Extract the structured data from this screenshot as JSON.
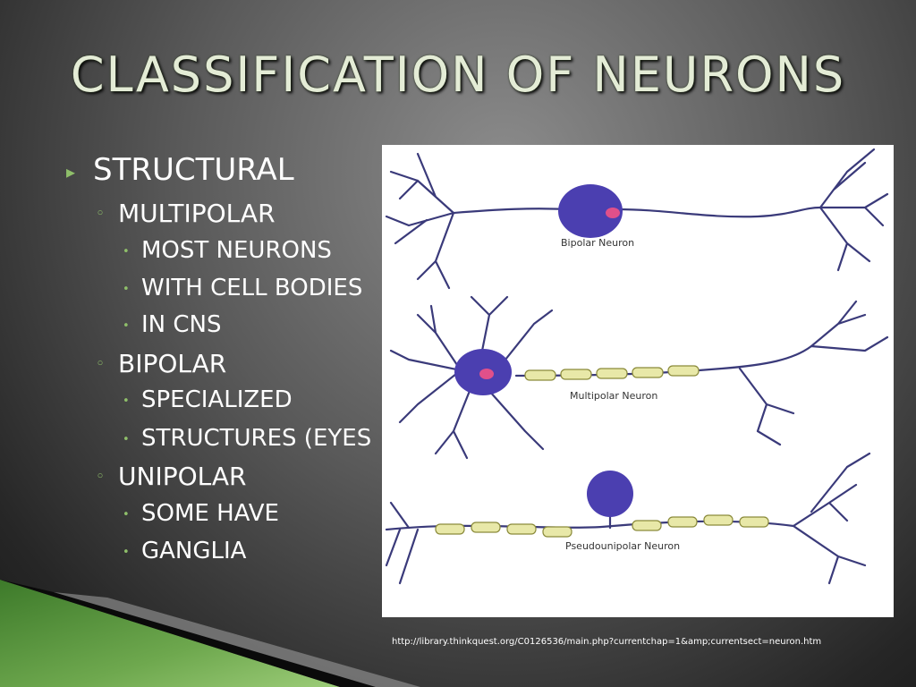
{
  "slide": {
    "title": "CLASSIFICATION OF NEURONS",
    "bullets": {
      "level1": "STRUCTURAL",
      "multipolar": "MULTIPOLAR",
      "most_neurons": "MOST NEURONS",
      "with_cell_bodies": "WITH CELL BODIES",
      "in_cns": "IN CNS",
      "bipolar": "BIPOLAR",
      "specialized": "SPECIALIZED",
      "structures": "STRUCTURES (EYES",
      "unipolar": "UNIPOLAR",
      "some_have": "SOME HAVE",
      "ganglia": "GANGLIA"
    },
    "figure": {
      "label_bipolar": "Bipolar Neuron",
      "label_multipolar": "Multipolar Neuron",
      "label_pseudounipolar": "Pseudounipolar Neuron"
    },
    "source_url": "http://library.thinkquest.org/C0126536/main.php?currentchap=1&amp;currentsect=neuron.htm",
    "colors": {
      "accent_green": "#8fbf6a",
      "title_color": "#e4ecd6",
      "soma": "#4b3fb0",
      "nucleus": "#e0508a",
      "myelin": "#e8e8a8"
    },
    "icons": {
      "level1_bullet": "triangle-bullet-icon",
      "level2_bullet": "circle-bullet-icon",
      "level3_bullet": "dot-bullet-icon"
    }
  }
}
